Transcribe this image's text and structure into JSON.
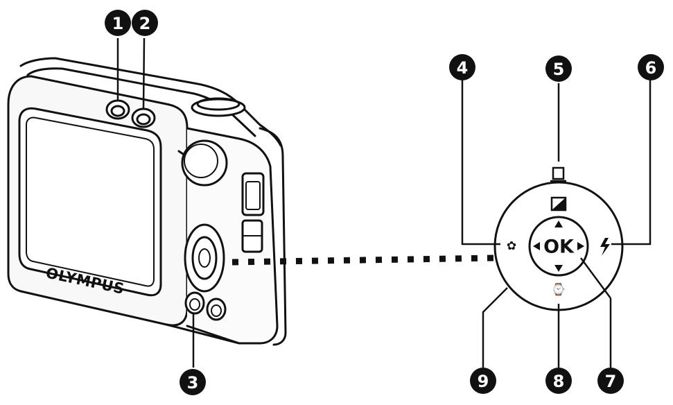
{
  "camera": {
    "brand": "OLYMPUS"
  },
  "dial": {
    "center_label": "OK",
    "up_symbol": "◪",
    "left_symbol": "✿",
    "right_symbol": "ϟ",
    "down_symbol": "⌚",
    "print_symbol": "⍓"
  },
  "callouts": [
    {
      "id": "c1",
      "number": "1"
    },
    {
      "id": "c2",
      "number": "2"
    },
    {
      "id": "c3",
      "number": "3"
    },
    {
      "id": "c4",
      "number": "4"
    },
    {
      "id": "c5",
      "number": "5"
    },
    {
      "id": "c6",
      "number": "6"
    },
    {
      "id": "c7",
      "number": "7"
    },
    {
      "id": "c8",
      "number": "8"
    },
    {
      "id": "c9",
      "number": "9"
    }
  ],
  "colors": {
    "ink": "#111111",
    "paper": "#ffffff",
    "body_fill": "#f4f4f4"
  }
}
